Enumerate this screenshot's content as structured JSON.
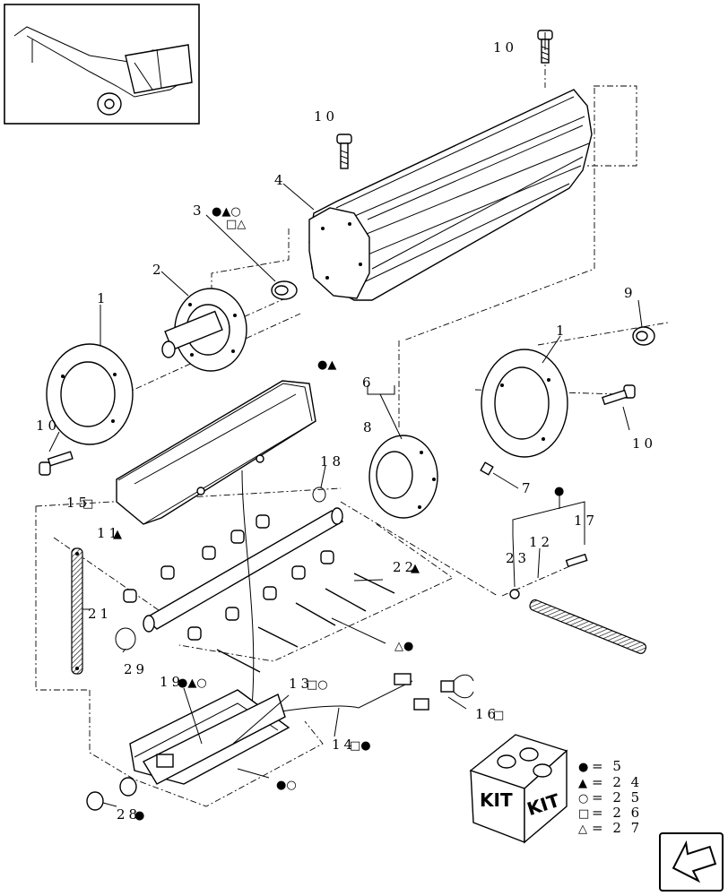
{
  "callouts": {
    "c1a": "1",
    "c1b": "1",
    "c2": "2",
    "c3": "3",
    "c3s1": "●▲○",
    "c3s2": "□△",
    "c4": "4",
    "c6": "6",
    "c7": "7",
    "c8": "8",
    "c9": "9",
    "c10a": "10",
    "c10b": "10",
    "c10c": "10",
    "c10d": "10",
    "c11": "11",
    "c11s": "▲",
    "c12": "12",
    "c13": "13",
    "c13s": "□○",
    "c14": "14",
    "c14s": "□●",
    "c15": "15",
    "c15s": "□",
    "c16": "16",
    "c16s": "□",
    "c17": "17",
    "c18": "18",
    "c19": "19",
    "c19s": "●▲○",
    "c21": "21",
    "c22": "22",
    "c22s": "▲",
    "c23": "23",
    "c28": "28",
    "c28s": "●",
    "c29": "29",
    "s_housing": "●▲",
    "s_shaft": "△●",
    "s_bracket": "●○",
    "s_strap": "●"
  },
  "kit": {
    "label_left": "KIT",
    "label_right": "KIT",
    "legend": [
      {
        "symbol": "●",
        "text": "= 5"
      },
      {
        "symbol": "▲",
        "text": "= 2 4"
      },
      {
        "symbol": "○",
        "text": "= 2 5"
      },
      {
        "symbol": "□",
        "text": "= 2 6"
      },
      {
        "symbol": "△",
        "text": "= 2 7"
      }
    ]
  },
  "icons": {
    "thumbnail": "machine-overview-thumbnail",
    "nav": "back-arrow-icon"
  }
}
